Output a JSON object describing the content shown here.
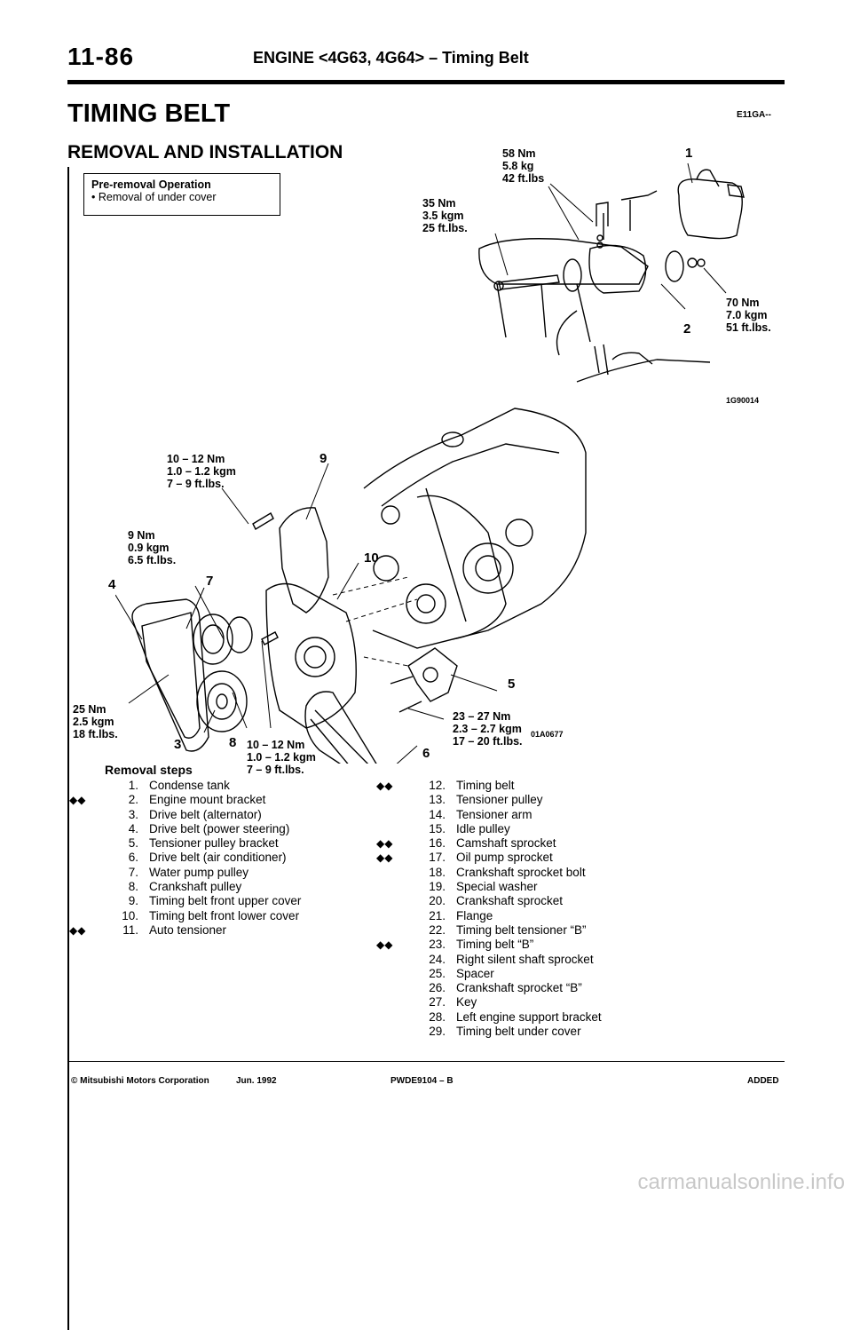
{
  "header": {
    "page_number": "11-86",
    "title": "ENGINE <4G63, 4G64> – Timing Belt",
    "doc_code": "E11GA--"
  },
  "section_title": "TIMING BELT",
  "subsection_title": "REMOVAL AND INSTALLATION",
  "pre_removal": {
    "title": "Pre-removal Operation",
    "item": "•  Removal of under cover"
  },
  "torque_labels": {
    "t58": [
      "58 Nm",
      "5.8 kg",
      "42 ft.lbs"
    ],
    "t35": [
      "35 Nm",
      "3.5 kgm",
      "25 ft.lbs."
    ],
    "t70": [
      "70 Nm",
      "7.0 kgm",
      "51 ft.lbs."
    ],
    "t10a": [
      "10 – 12 Nm",
      "1.0 – 1.2 kgm",
      "7 – 9 ft.lbs."
    ],
    "t9": [
      "9 Nm",
      "0.9 kgm",
      "6.5 ft.lbs."
    ],
    "t25": [
      "25 Nm",
      "2.5 kgm",
      "18 ft.lbs."
    ],
    "t10b": [
      "10 – 12 Nm",
      "1.0 – 1.2 kgm",
      "7 – 9 ft.lbs."
    ],
    "t23": [
      "23 – 27 Nm",
      "2.3 – 2.7 kgm",
      "17 – 20 ft.lbs."
    ]
  },
  "callouts": {
    "c1": "1",
    "c2": "2",
    "c3": "3",
    "c4": "4",
    "c5": "5",
    "c6": "6",
    "c7": "7",
    "c8": "8",
    "c9": "9",
    "c10": "10"
  },
  "figure_codes": {
    "top": "1G90014",
    "bottom": "01A0677"
  },
  "removal_steps_title": "Removal steps",
  "marker_glyph": "◆◆",
  "steps_left": [
    {
      "mark": "",
      "num": "1.",
      "text": "Condense tank"
    },
    {
      "mark": "◆◆",
      "num": "2.",
      "text": "Engine mount bracket"
    },
    {
      "mark": "",
      "num": "3.",
      "text": "Drive belt (alternator)"
    },
    {
      "mark": "",
      "num": "4.",
      "text": "Drive belt (power steering)"
    },
    {
      "mark": "",
      "num": "5.",
      "text": "Tensioner pulley bracket"
    },
    {
      "mark": "",
      "num": "6.",
      "text": "Drive belt (air conditioner)"
    },
    {
      "mark": "",
      "num": "7.",
      "text": "Water pump pulley"
    },
    {
      "mark": "",
      "num": "8.",
      "text": "Crankshaft pulley"
    },
    {
      "mark": "",
      "num": "9.",
      "text": "Timing belt front upper cover"
    },
    {
      "mark": "",
      "num": "10.",
      "text": "Timing belt front lower cover"
    },
    {
      "mark": "◆◆",
      "num": "11.",
      "text": "Auto tensioner"
    }
  ],
  "steps_right": [
    {
      "mark": "◆◆",
      "num": "12.",
      "text": "Timing belt"
    },
    {
      "mark": "",
      "num": "13.",
      "text": "Tensioner pulley"
    },
    {
      "mark": "",
      "num": "14.",
      "text": "Tensioner arm"
    },
    {
      "mark": "",
      "num": "15.",
      "text": "Idle pulley"
    },
    {
      "mark": "◆◆",
      "num": "16.",
      "text": "Camshaft sprocket"
    },
    {
      "mark": "◆◆",
      "num": "17.",
      "text": "Oil pump sprocket"
    },
    {
      "mark": "",
      "num": "18.",
      "text": "Crankshaft sprocket bolt"
    },
    {
      "mark": "",
      "num": "19.",
      "text": "Special washer"
    },
    {
      "mark": "",
      "num": "20.",
      "text": "Crankshaft sprocket"
    },
    {
      "mark": "",
      "num": "21.",
      "text": "Flange"
    },
    {
      "mark": "",
      "num": "22.",
      "text": "Timing belt tensioner “B”"
    },
    {
      "mark": "◆◆",
      "num": "23.",
      "text": "Timing belt “B”"
    },
    {
      "mark": "",
      "num": "24.",
      "text": "Right silent shaft sprocket"
    },
    {
      "mark": "",
      "num": "25.",
      "text": "Spacer"
    },
    {
      "mark": "",
      "num": "26.",
      "text": "Crankshaft sprocket “B”"
    },
    {
      "mark": "",
      "num": "27.",
      "text": "Key"
    },
    {
      "mark": "",
      "num": "28.",
      "text": "Left engine support bracket"
    },
    {
      "mark": "",
      "num": "29.",
      "text": "Timing belt under cover"
    }
  ],
  "footer": {
    "copyright": "© Mitsubishi Motors Corporation",
    "date": "Jun. 1992",
    "pub_code": "PWDE9104 – B",
    "status": "ADDED"
  },
  "watermark": "carmanualsonline.info"
}
